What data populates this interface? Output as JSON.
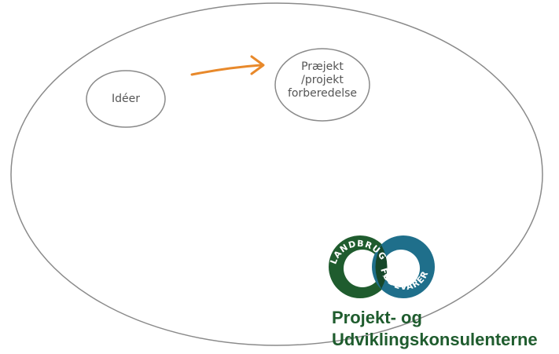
{
  "diagram": {
    "nodes": [
      {
        "id": "ideer",
        "label": "Idéer"
      },
      {
        "id": "praeprojekt",
        "label": "Præjekt\n/projekt\nforberedelse"
      }
    ],
    "edges": [
      {
        "from": "ideer",
        "to": "praeprojekt",
        "color": "#e8892b"
      }
    ]
  },
  "logo": {
    "left_ring_text": "LANDBRUG",
    "right_ring_text": "FØDEVARER",
    "colors": {
      "green": "#1f5c2e",
      "teal": "#1f6f8b"
    },
    "brand_lines": [
      "Projekt- og",
      "Udviklingskonsulenterne"
    ]
  }
}
